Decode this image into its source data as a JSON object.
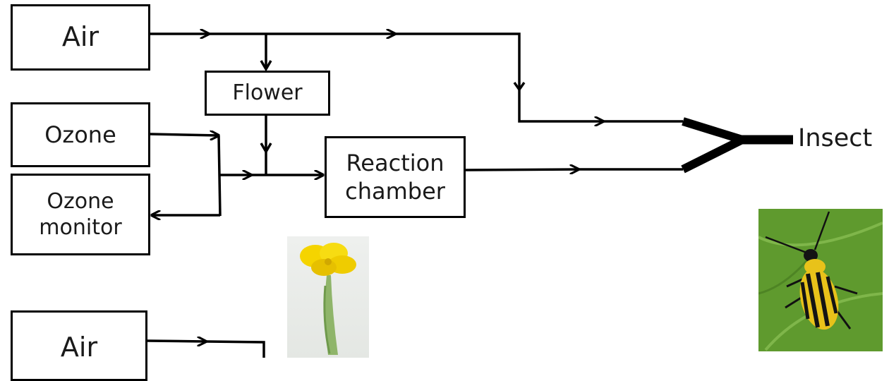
{
  "nodes": {
    "air_top": "Air",
    "flower": "Flower",
    "ozone": "Ozone",
    "ozone_monitor": [
      "Ozone",
      "monitor"
    ],
    "reaction_chamber": [
      "Reaction",
      "chamber"
    ],
    "insect": "Insect",
    "air_bottom": "Air"
  },
  "icons": {
    "flower_photo": "yellow-flower-photo",
    "beetle_photo": "striped-beetle-photo"
  },
  "colors": {
    "line": "#000000",
    "text": "#1a1a1a",
    "flower_petal": "#f5d400",
    "beetle_yellow": "#e8c21a",
    "leaf_green": "#5f9a2e"
  }
}
